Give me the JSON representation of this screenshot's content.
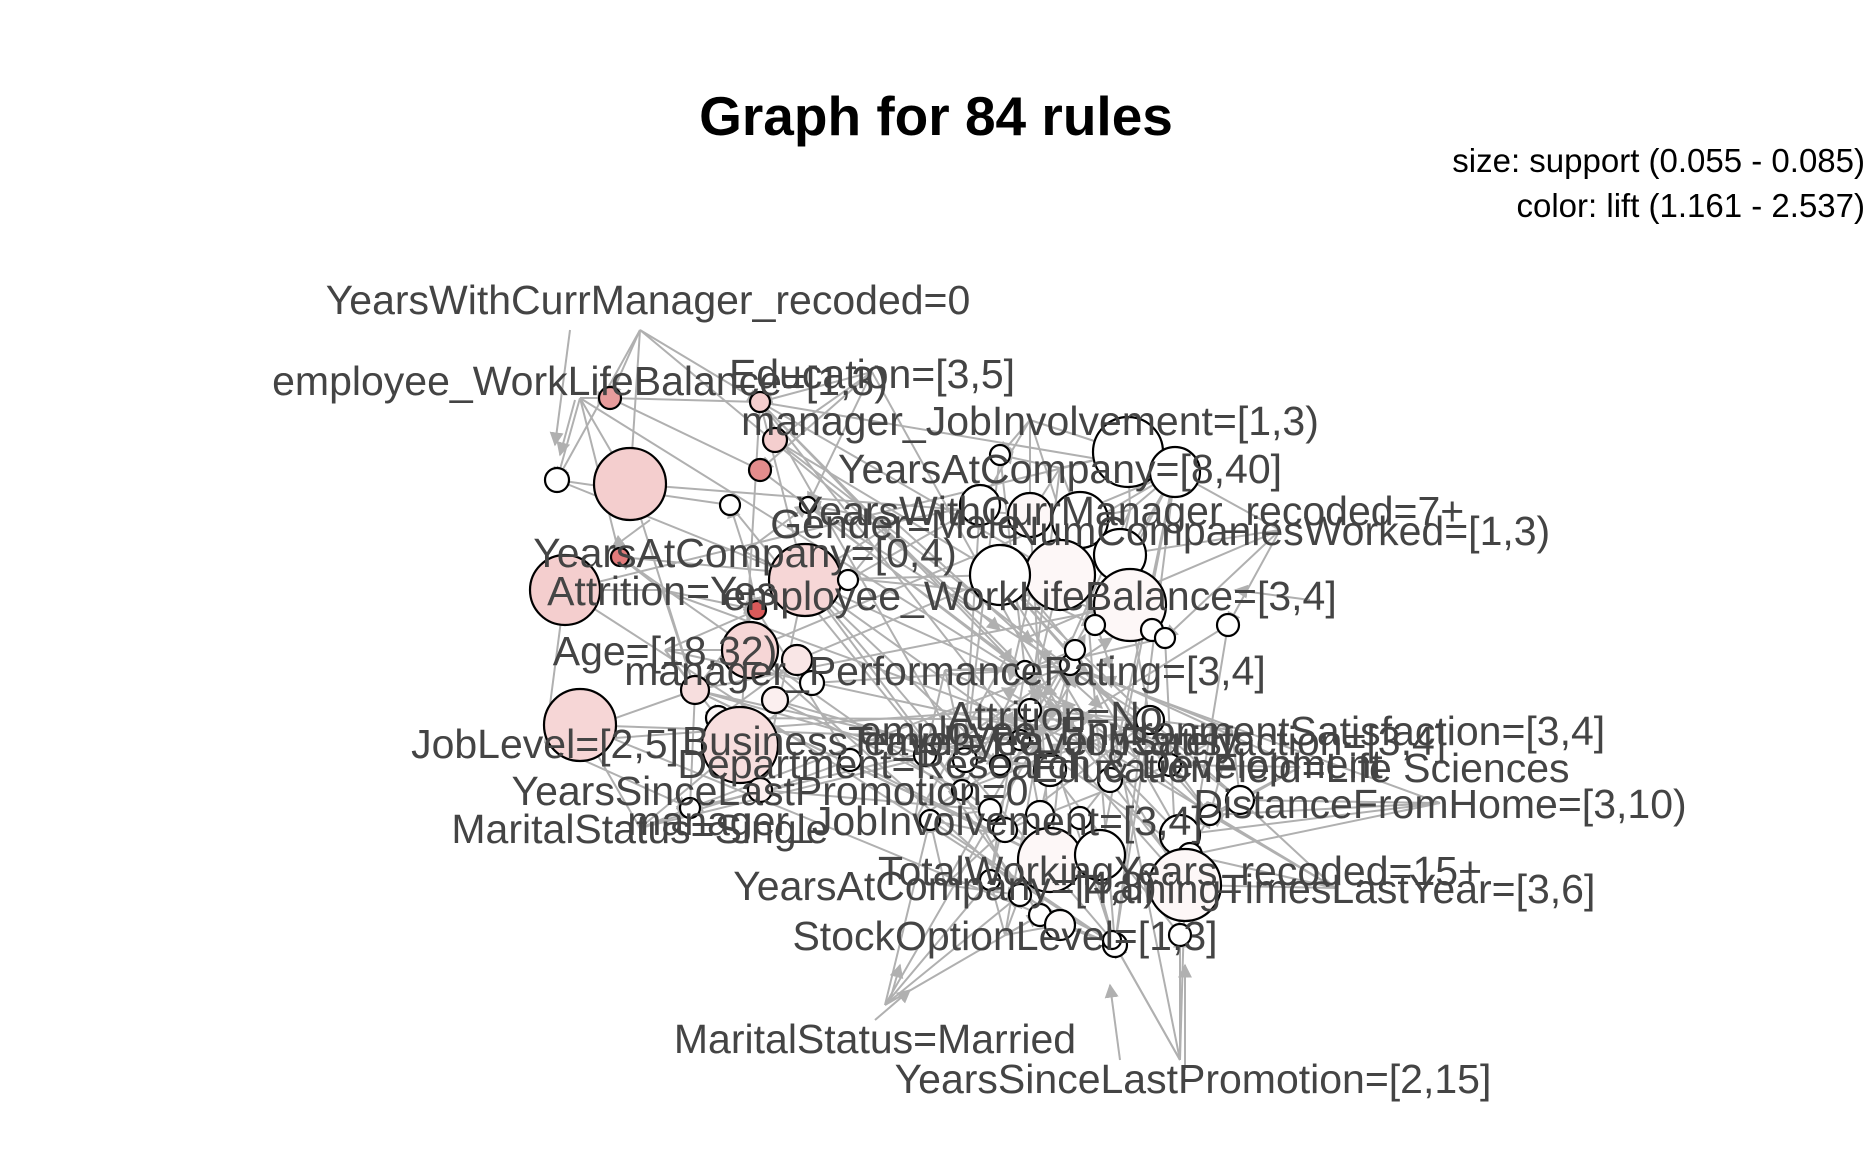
{
  "title": "Graph for 84 rules",
  "legend": {
    "size_text": "size: support (0.055 - 0.085)",
    "color_text": "color: lift (1.161 - 2.537)"
  },
  "colors": {
    "lift_low": "#ffffff",
    "lift_high": "#d9534f",
    "edge": "#b0b0b0",
    "label": "#444444"
  },
  "items": [
    "YearsWithCurrManager_recoded=0",
    "employee_WorkLifeBalance=[1,3)",
    "Education=[3,5]",
    "manager_JobInvolvement=[1,3)",
    "YearsAtCompany=[8,40]",
    "YearsWithCurrManager_recoded=7+",
    "Gender=Male",
    "NumCompaniesWorked=[1,3)",
    "YearsAtCompany=[0,4)",
    "Attrition=Yes",
    "employee_WorkLifeBalance=[3,4]",
    "Age=[18,32)",
    "manager_PerformanceRating=[3,4]",
    "Attrition=No",
    "employee_EnvironmentSatisfaction=[3,4]",
    "JobLevel=[2,5]",
    "BusinessTravel=Travel_Rarely",
    "employee_JobSatisfaction=[3,4]",
    "Department=Research & Development",
    "EducationField=Life Sciences",
    "YearsSinceLastPromotion=0",
    "DistanceFromHome=[3,10)",
    "MaritalStatus=Single",
    "manager_JobInvolvement=[3,4]",
    "TotalWorkingYears_recoded=15+",
    "YearsAtCompany=[4,8)",
    "TrainingTimesLastYear=[3,6]",
    "StockOptionLevel=[1,3]",
    "MaritalStatus=Married",
    "YearsSinceLastPromotion=[2,15]"
  ]
}
